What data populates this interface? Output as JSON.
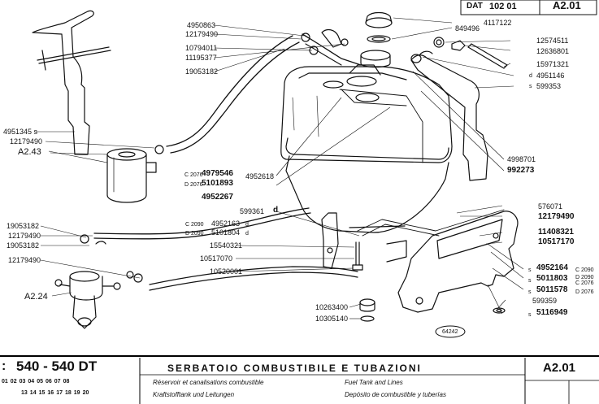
{
  "header": {
    "dat_prefix": "DAT",
    "dat_code": "102 01",
    "page_code": "A2.01"
  },
  "callouts": {
    "p4950863": "4950863",
    "p12179490_top": "12179490",
    "p10794011": "10794011",
    "p11195377": "11195377",
    "p19053182_top": "19053182",
    "p4117122": "4117122",
    "p849496": "849496",
    "p12574511": "12574511",
    "p12636801": "12636801",
    "p15971321": "15971321",
    "p4951146_prefix": "d",
    "p4951146": "4951146",
    "p599353_prefix": "s",
    "p599353": "599353",
    "p4951345": "4951345 s",
    "p12179490_left": "12179490",
    "ref_a243": "A2.43",
    "c2076_a": "C 2076",
    "p4979546": "4979546",
    "d2076_a": "D 2076",
    "p5101893": "5101893",
    "p4952618": "4952618",
    "p4952267": "4952267",
    "p4998701": "4998701",
    "p992273": "992273",
    "p576071": "576071",
    "p12179490_right": "12179490",
    "p599361": "599361",
    "p599361_suffix": "d",
    "c2090_a": "C 2090",
    "p4952163": "4952163",
    "d2090_a": "D 2090",
    "p5101804": "5101804",
    "d_small_1": "d",
    "d_small_2": "d",
    "p11408321": "11408321",
    "p10517170": "10517170",
    "p15540321": "15540321",
    "p10517070": "10517070",
    "p10520001": "10520001",
    "p19053182_l1": "19053182",
    "p12179490_l1": "12179490",
    "p19053182_l2": "19053182",
    "p12179490_l2": "12179490",
    "ref_a224": "A2.24",
    "s1": "s",
    "p4952164": "4952164",
    "p4952164_note": "C 2090",
    "s2": "s",
    "p5011803": "5011803",
    "p5011803_note1": "D 2090",
    "p5011803_note2": "C 2076",
    "s3": "s",
    "p5011578": "5011578",
    "p5011578_note": "D 2076",
    "p599359": "599359",
    "s4": "s",
    "p5116949": "5116949",
    "p10263400": "10263400",
    "p10305140": "10305140",
    "fig_number": "64242"
  },
  "footer": {
    "model": "540 - 540 DT",
    "prefix": ":",
    "row1": [
      "01",
      "02",
      "03",
      "04",
      "05",
      "06",
      "07",
      "08"
    ],
    "row2": [
      "13",
      "14",
      "15",
      "16",
      "17",
      "18",
      "19",
      "20"
    ],
    "title_it": "SERBATOIO COMBUSTIBILE E TUBAZIONI",
    "title_fr": "Réservoir et canalisations combustible",
    "title_de": "Kraftstofftank und Leitungen",
    "title_en": "Fuel Tank and Lines",
    "title_es": "Depósito de combustible y tuberías",
    "page_code": "A2.01"
  }
}
